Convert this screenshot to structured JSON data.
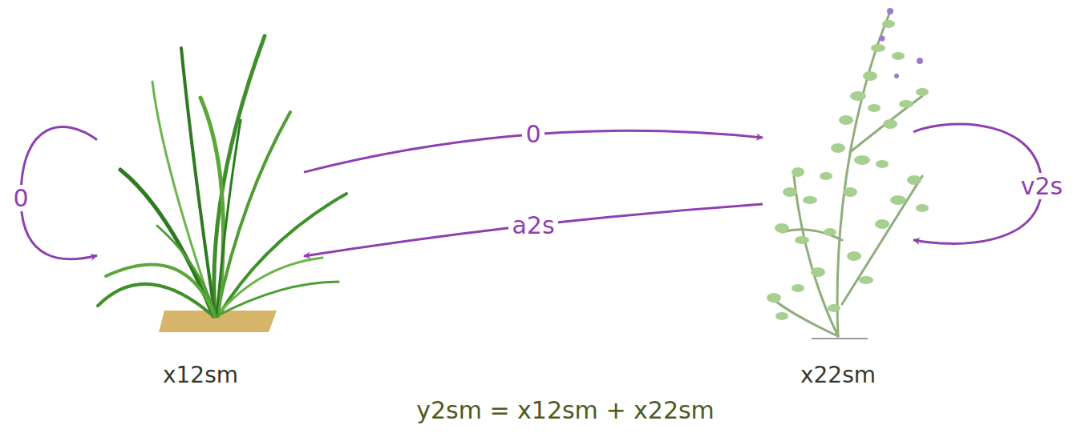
{
  "diagram": {
    "nodes": [
      {
        "text": [
          "x12sm"
        ]
      },
      {
        "text": [
          "x22sm"
        ]
      }
    ],
    "edges": [
      {
        "from": 0,
        "to": 0,
        "label": "0",
        "arrow": "to"
      },
      {
        "from": 0,
        "to": 1,
        "label": "0",
        "arrow": "to"
      },
      {
        "from": 1,
        "to": 0,
        "label": "a2s",
        "arrow": "to"
      },
      {
        "from": 1,
        "to": 1,
        "label": "v2s",
        "arrow": "to"
      }
    ],
    "labels": [
      "y2sm = x12sm + x22sm"
    ]
  }
}
